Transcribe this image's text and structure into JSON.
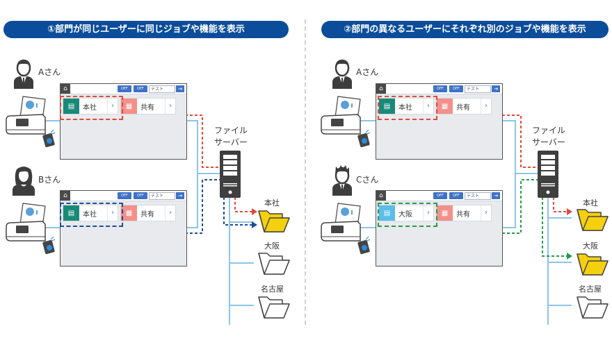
{
  "colors": {
    "banner": "#0b4d9a",
    "line_blue": "#8cc4ea",
    "red": "#e04a3a",
    "navy": "#1a4d9a",
    "green": "#259a4a",
    "teal_job": "#1a8a78",
    "cyan_job": "#5bbde8",
    "pink_job": "#f4908a",
    "folder_yellow": "#f5d00e"
  },
  "left": {
    "banner": "①部門が同じユーザーに同じジョブや機能を表示",
    "users": [
      {
        "name": "Aさん",
        "gender": "male",
        "job1": "本社",
        "job2": "共有",
        "highlight": "red"
      },
      {
        "name": "Bさん",
        "gender": "female",
        "job1": "本社",
        "job2": "共有",
        "highlight": "navy"
      }
    ],
    "server_label_line1": "ファイル",
    "server_label_line2": "サーバー",
    "folders": [
      {
        "name": "本社",
        "active": true
      },
      {
        "name": "大阪",
        "active": false
      },
      {
        "name": "名古屋",
        "active": false
      }
    ]
  },
  "right": {
    "banner": "②部門の異なるユーザーにそれぞれ別のジョブや機能を表示",
    "users": [
      {
        "name": "Aさん",
        "gender": "male",
        "job1": "本社",
        "job2": "共有",
        "highlight": "red"
      },
      {
        "name": "Cさん",
        "gender": "male-spiky",
        "job1": "大阪",
        "job2": "共有",
        "highlight": "green"
      }
    ],
    "server_label_line1": "ファイル",
    "server_label_line2": "サーバー",
    "folders": [
      {
        "name": "本社",
        "active": true
      },
      {
        "name": "大阪",
        "active": true
      },
      {
        "name": "名古屋",
        "active": false
      }
    ]
  },
  "panel": {
    "home_icon": "⌂",
    "scan_off": "OFF",
    "print_off": "OFF",
    "search_text": "テスト",
    "logout_icon": "⇥",
    "chevron": "›"
  }
}
